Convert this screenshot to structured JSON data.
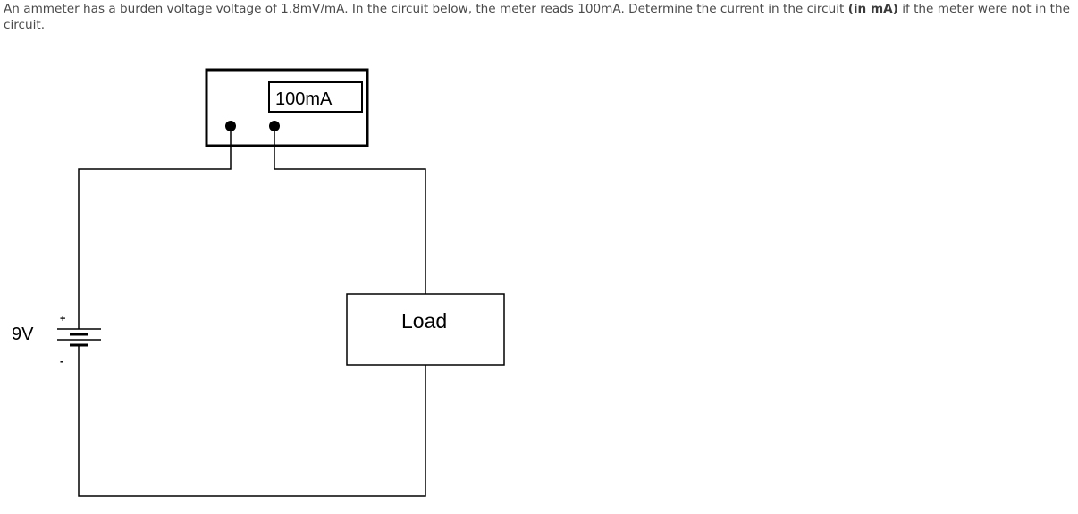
{
  "question": {
    "text_before": "An ammeter has a burden voltage voltage of 1.8mV/mA. In the circuit below, the meter reads 100mA.  Determine the current in the circuit ",
    "text_bold": "(in mA)",
    "text_after": " if the meter were not in the circuit."
  },
  "circuit": {
    "meter_display": "100mA",
    "load_label": "Load",
    "source_label": "9V",
    "plus_sign": "+",
    "minus_sign": "-"
  }
}
